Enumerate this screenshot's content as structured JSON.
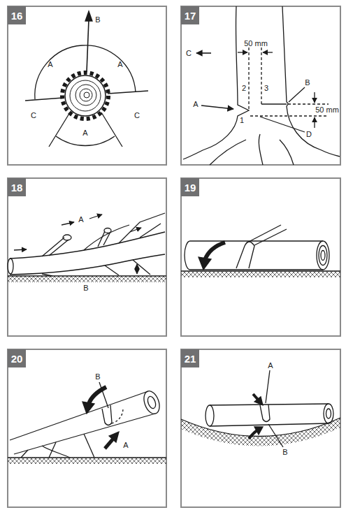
{
  "diagram": {
    "nodes": [
      {
        "text": [
          "16"
        ]
      },
      {
        "text": [
          "17"
        ]
      },
      {
        "text": [
          "18"
        ]
      },
      {
        "text": [
          "19"
        ]
      },
      {
        "text": [
          "20"
        ]
      },
      {
        "text": [
          "21"
        ]
      }
    ],
    "labels": [
      "B",
      "A",
      "A",
      "C",
      "C",
      "A",
      "50 mm",
      "C",
      "B",
      "2",
      "3",
      "50 mm",
      "A",
      "1",
      "D",
      "A",
      "B",
      "B",
      "A",
      "A",
      "B"
    ]
  }
}
